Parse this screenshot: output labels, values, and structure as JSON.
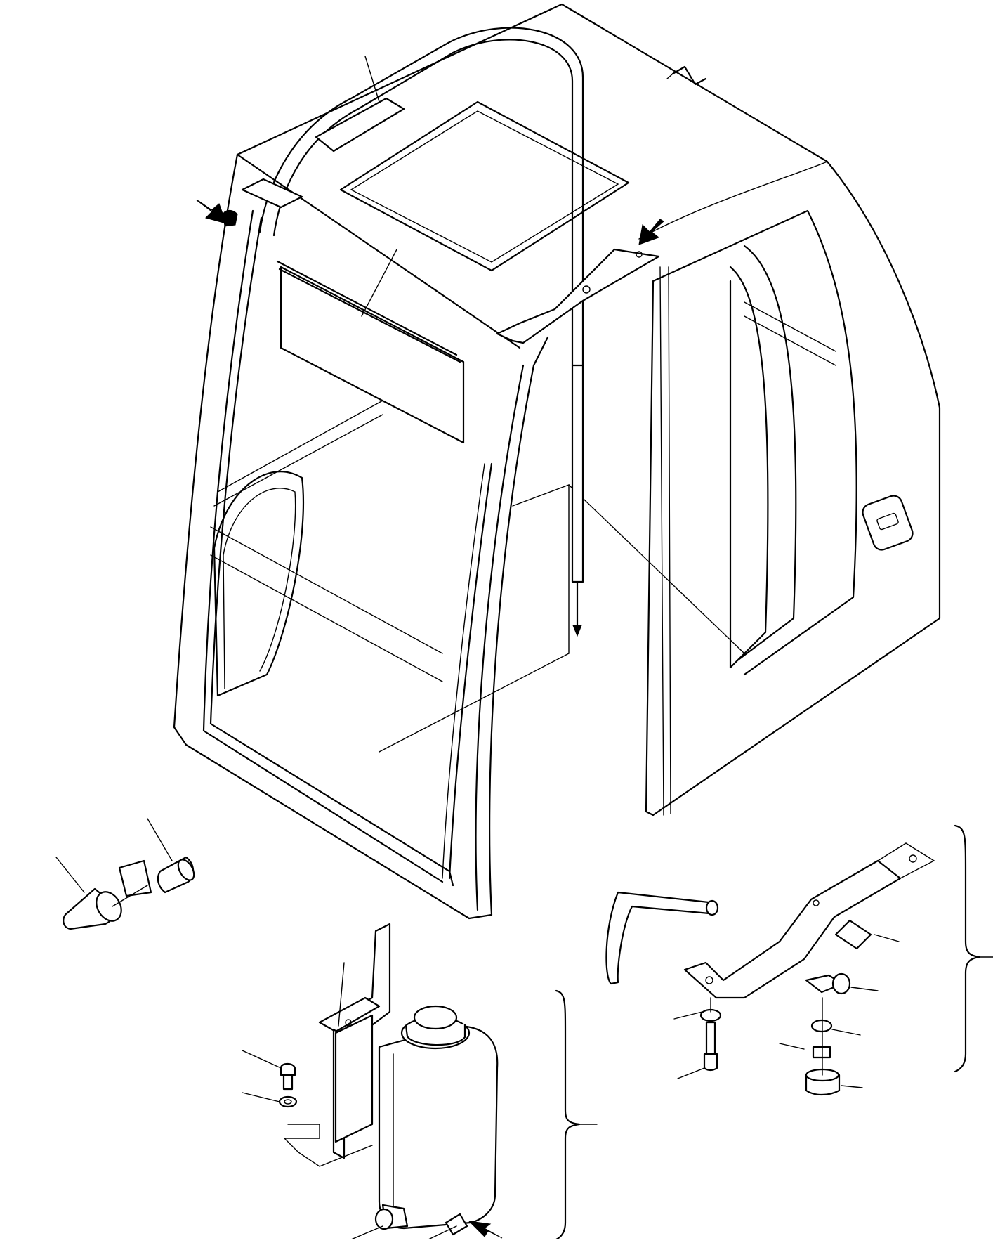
{
  "diagram": {
    "kind": "exploded-parts-view",
    "components": [
      {
        "name": "operator-cab"
      },
      {
        "name": "roof-guard-rod"
      },
      {
        "name": "sun-visor"
      },
      {
        "name": "mounting-bracket"
      },
      {
        "name": "wiper-bracket-assembly"
      },
      {
        "name": "washer-tank"
      },
      {
        "name": "washer-tank-bracket"
      },
      {
        "name": "nozzle-cap"
      },
      {
        "name": "grommet"
      },
      {
        "name": "bolt"
      },
      {
        "name": "washer"
      },
      {
        "name": "nut"
      },
      {
        "name": "clip"
      },
      {
        "name": "cushion"
      }
    ],
    "callouts": [
      "upper-left",
      "upper-right",
      "lower-hose"
    ],
    "colors": {
      "line": "#000000",
      "background": "#ffffff"
    }
  }
}
